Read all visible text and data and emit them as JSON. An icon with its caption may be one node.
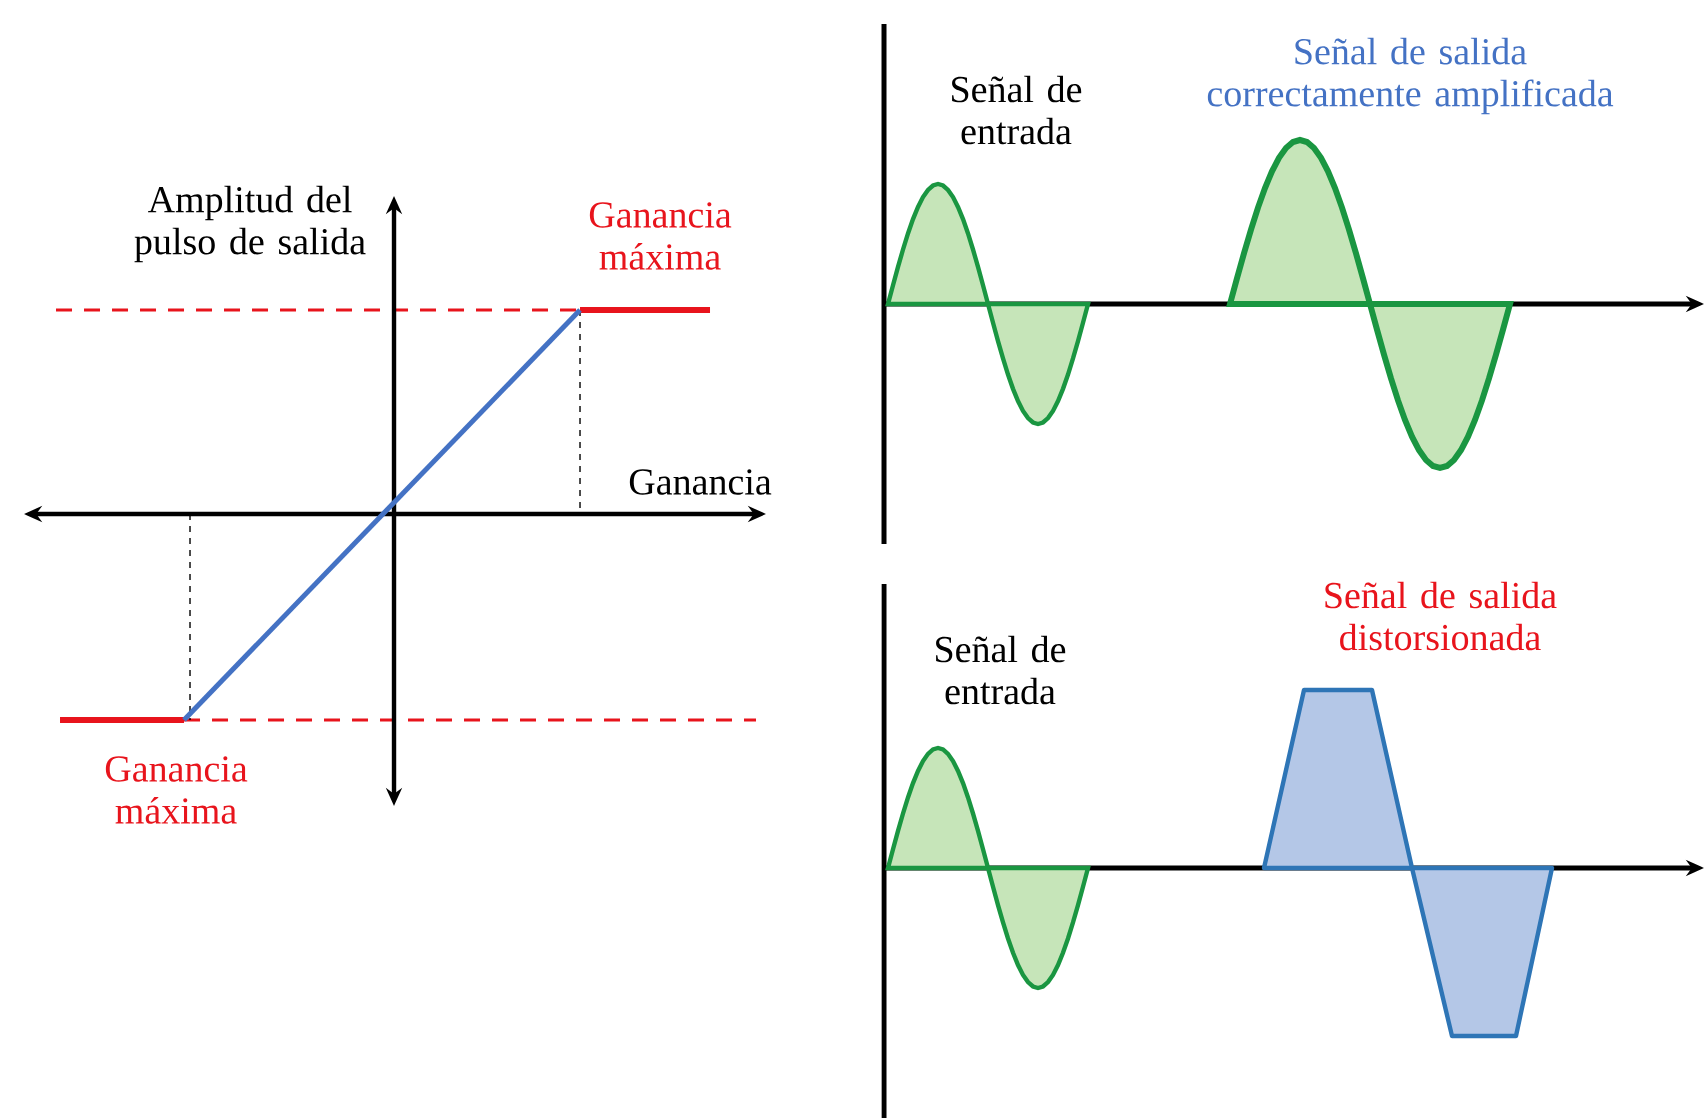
{
  "diagram": {
    "labels": [
      "Amplitud del pulso de salida",
      "Ganancia máxima",
      "Ganancia",
      "Ganancia máxima",
      "Señal de entrada",
      "Señal de salida correctamente amplificada",
      "Señal de entrada",
      "Señal de salida distorsionada"
    ]
  }
}
